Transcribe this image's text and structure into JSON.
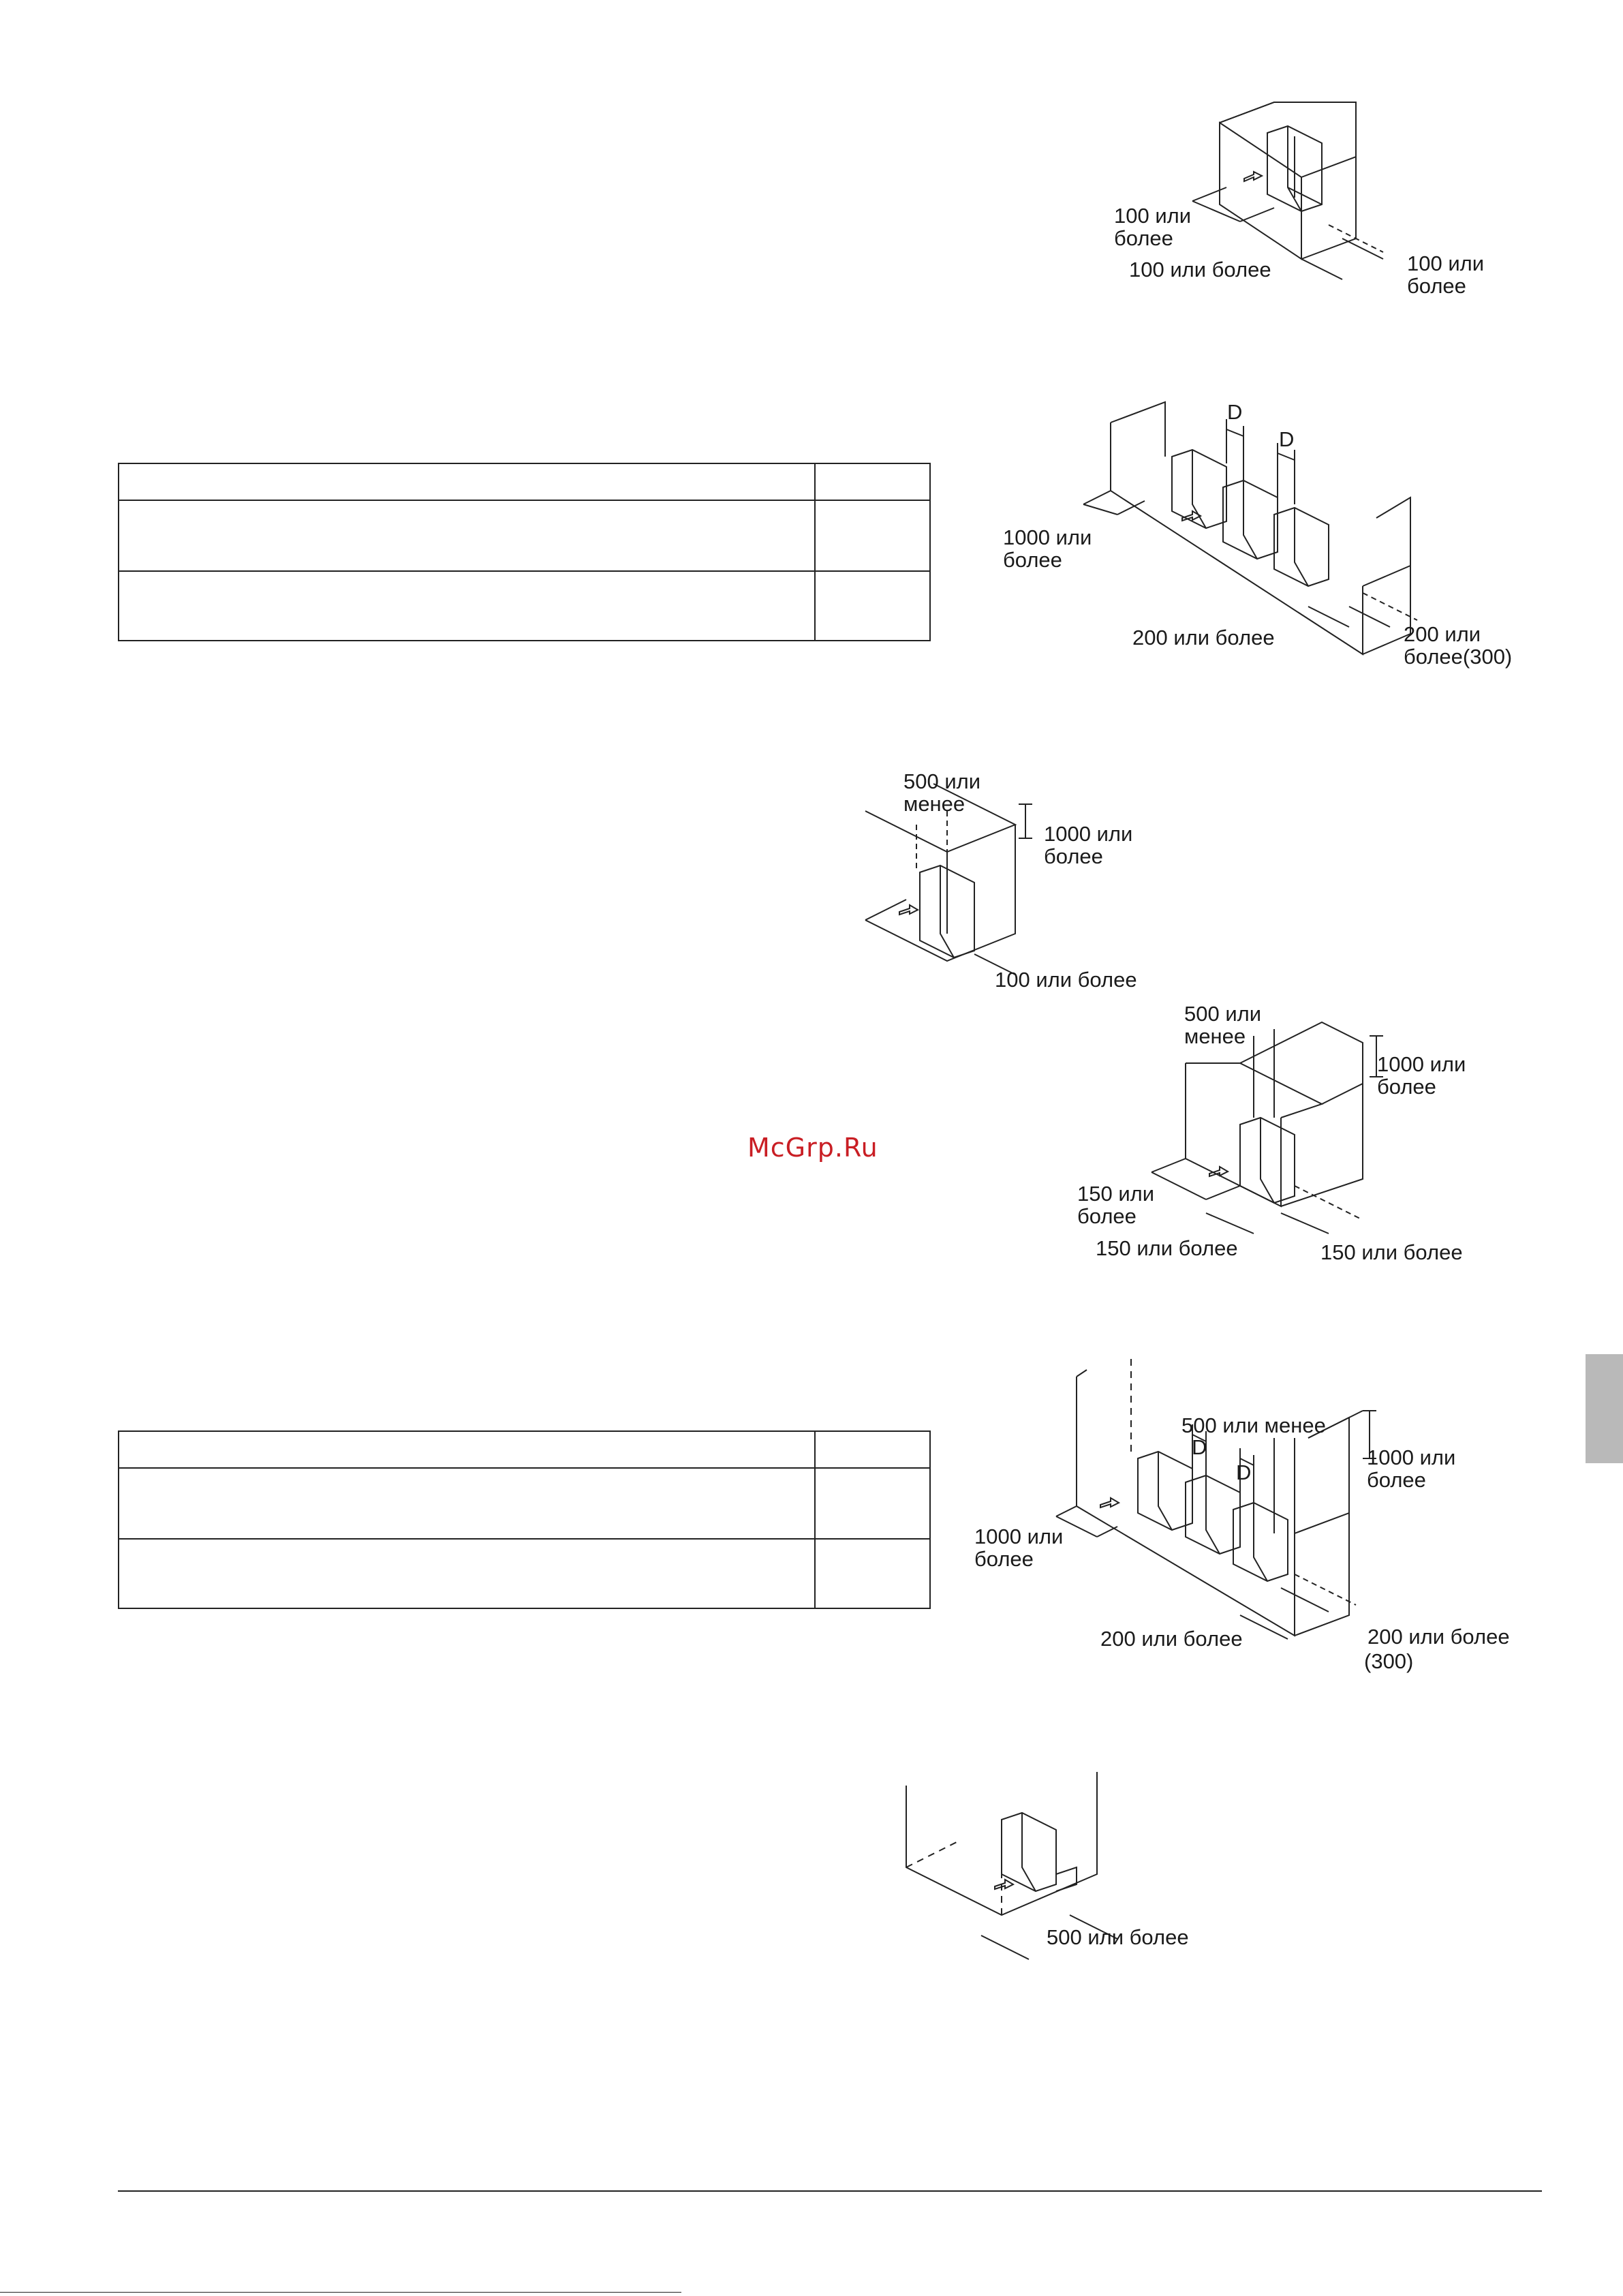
{
  "watermark": "McGrp.Ru",
  "fig1": {
    "left": "100 или\nболее",
    "bottom": "100 или более",
    "right": "100 или\nболее"
  },
  "fig2": {
    "d1": "D",
    "d2": "D",
    "left": "1000 или\nболее",
    "bottom": "200 или более",
    "right": "200 или\nболее(300)"
  },
  "fig3": {
    "top": "500 или\nменее",
    "right": "1000 или\nболее",
    "bottom": "100 или более"
  },
  "fig4": {
    "top": "500 или\nменее",
    "right": "1000 или\nболее",
    "left": "150 или\nболее",
    "bottom_left": "150 или более",
    "bottom_right": "150 или более"
  },
  "fig5": {
    "top": "500 или менее",
    "d1": "D",
    "d2": "D",
    "right": "1000 или\nболее",
    "left": "1000 или\nболее",
    "bottom": "200 или более",
    "bottom_right": "200 или более",
    "bottom_right_sub": "(300)"
  },
  "fig6": {
    "bottom": "500 или более"
  },
  "colors": {
    "watermark": "#c91e24",
    "tab_marker": "#b9b9b9",
    "line": "#222222"
  }
}
